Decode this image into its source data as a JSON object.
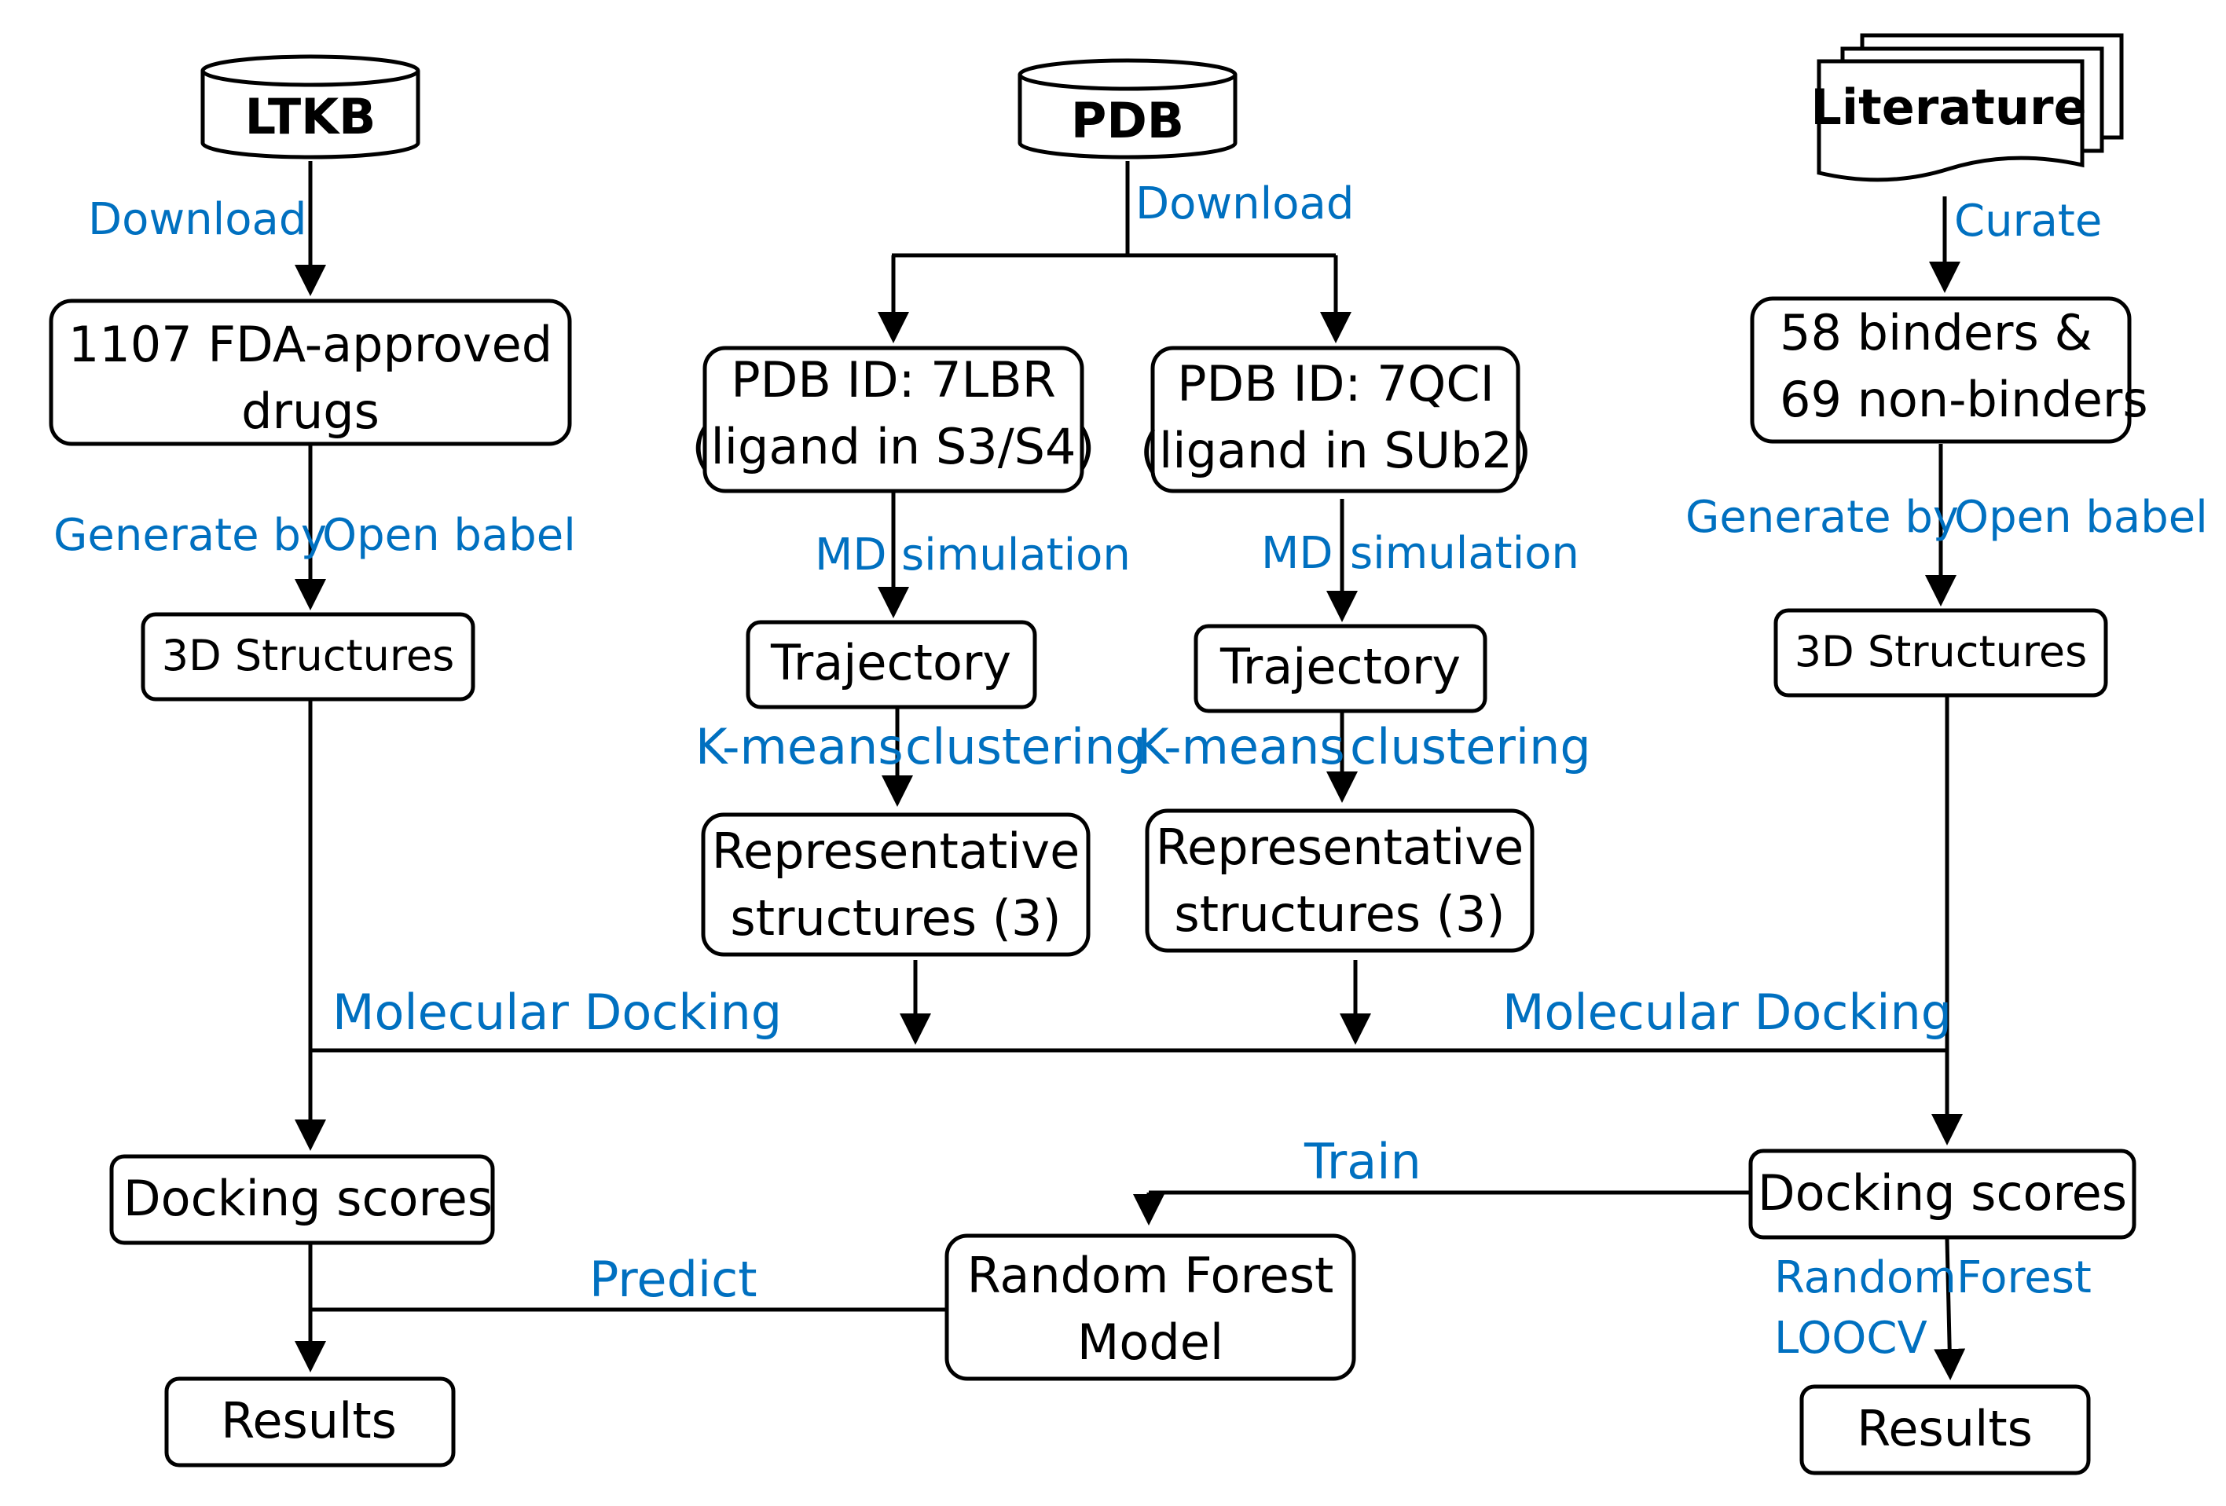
{
  "sources": {
    "ltkb": "LTKB",
    "pdb": "PDB",
    "literature": "Literature"
  },
  "left": {
    "download": "Download",
    "drugs_line1": "1107 FDA-approved",
    "drugs_line2": "drugs",
    "generate_by": "Generate by",
    "open_babel": "Open babel",
    "structures_3d": "3D Structures",
    "molecular_docking": "Molecular Docking",
    "docking_scores": "Docking scores",
    "predict": "Predict",
    "results": "Results"
  },
  "middle": {
    "download": "Download",
    "pdb_7lbr_line1": "PDB ID: 7LBR",
    "pdb_7lbr_line2": "(ligand in S3/S4)",
    "pdb_7qci_line1": "PDB ID: 7QCI",
    "pdb_7qci_line2": "(ligand in SUb2)",
    "md_left_a": "MD",
    "md_left_b": "simulation",
    "md_right_a": "MD",
    "md_right_b": "simulation",
    "trajectory_left": "Trajectory",
    "trajectory_right": "Trajectory",
    "kmeans_left_a": "K-means",
    "kmeans_left_b": "clustering",
    "kmeans_right_a": "K-means",
    "kmeans_right_b": "clustering",
    "rep_left_line1": "Representative",
    "rep_left_line2": "structures (3)",
    "rep_right_line1": "Representative",
    "rep_right_line2": "structures (3)",
    "train": "Train",
    "rf_line1": "Random Forest",
    "rf_line2": "Model"
  },
  "right": {
    "curate": "Curate",
    "binders_line1": "58 binders &",
    "binders_line2": "69 non-binders",
    "generate_by": "Generate by",
    "open_babel": "Open babel",
    "structures_3d": "3D Structures",
    "molecular_docking": "Molecular Docking",
    "docking_scores": "Docking scores",
    "rf_label_a": "Random",
    "rf_label_b": "Forest",
    "loocv": "LOOCV",
    "results": "Results"
  }
}
